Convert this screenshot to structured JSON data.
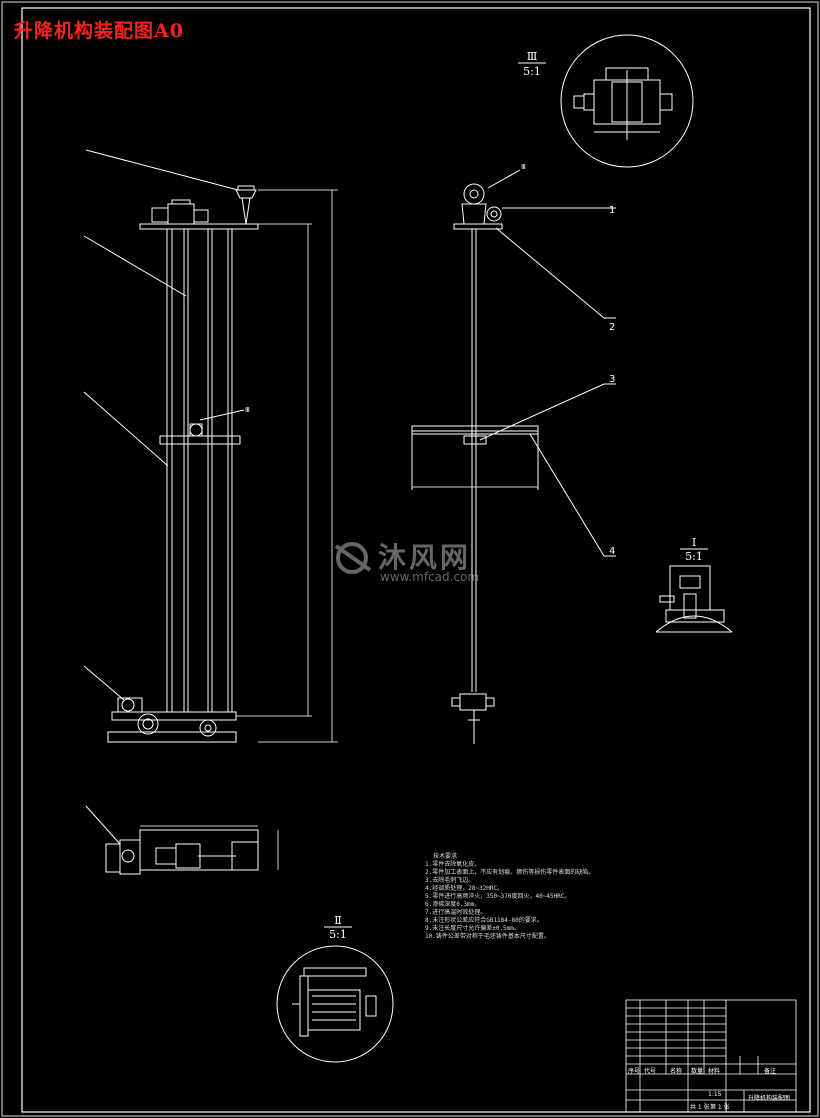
{
  "drawing": {
    "title": "升降机构装配图A0",
    "scale_label": "1:15",
    "detail_scale": "5:1"
  },
  "details": [
    {
      "id": "III",
      "roman": "Ⅲ",
      "scale": "5:1"
    },
    {
      "id": "I",
      "roman": "Ⅰ",
      "scale": "5:1"
    },
    {
      "id": "II",
      "roman": "Ⅱ",
      "scale": "5:1"
    }
  ],
  "callouts": {
    "side_view": [
      "1",
      "2",
      "3",
      "4"
    ],
    "front_view": [
      "Ⅲ"
    ],
    "detail_ref": "Ⅲ"
  },
  "technical_notes": {
    "heading": "技术要求",
    "items": [
      "1.零件去除氧化皮。",
      "2.零件加工表面上，不应有划痕、擦伤等损伤零件表面的缺陷。",
      "3.去除毛刺飞边。",
      "4.经调质处理，28~32HRC。",
      "5.零件进行高频淬火，350~370度回火，40~45HRC。",
      "6.渗碳深度0.3mm。",
      "7.进行高温时效处理。",
      "8.未注形状公差应符合GB1184-80的要求。",
      "9.未注长度尺寸允许偏差±0.5mm。",
      "10.铸件公差带对称于毛坯铸件基本尺寸配置。"
    ]
  },
  "watermark": {
    "brand": "沐风网",
    "url": "www.mfcad.com"
  },
  "title_block": {
    "drawing_name": "升降机构装配图",
    "scale": "1:15",
    "sheets": "共 1 张",
    "sheet_no": "第 1 张",
    "headers": [
      "序号",
      "代号",
      "名称",
      "数量",
      "材料",
      "备注"
    ]
  },
  "colors": {
    "background": "#000000",
    "lines": "#ffffff",
    "title": "#ff2020",
    "dims": "#cccccc"
  }
}
